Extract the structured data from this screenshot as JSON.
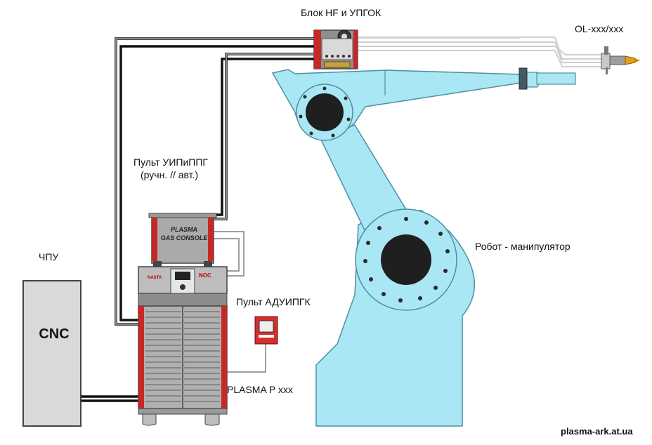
{
  "labels": {
    "hf_block": "Блок HF и УПГОК",
    "torch": "OL-xxx/xxx",
    "pult_uip_line1": "Пульт УИПиППГ",
    "pult_uip_line2": "(ручн. // авт.)",
    "chpu": "ЧПУ",
    "cnc": "CNC",
    "robot": "Робот - манипулятор",
    "pult_adu": "Пульт  АДУИПГК",
    "plasma_source": "PLASMA P xxx",
    "console_line1": "PLASMA",
    "console_line2": "GAS CONSOLE",
    "website": "plasma-ark.at.ua",
    "front_brand": "NASTA",
    "front_logo": "NOC"
  },
  "colors": {
    "robot_fill": "#a9e7f5",
    "robot_stroke": "#4d8fa3",
    "hole": "#1f1f1f",
    "red_panel": "#c62828",
    "cable": "#111111",
    "hose": "#cfcfcf"
  }
}
